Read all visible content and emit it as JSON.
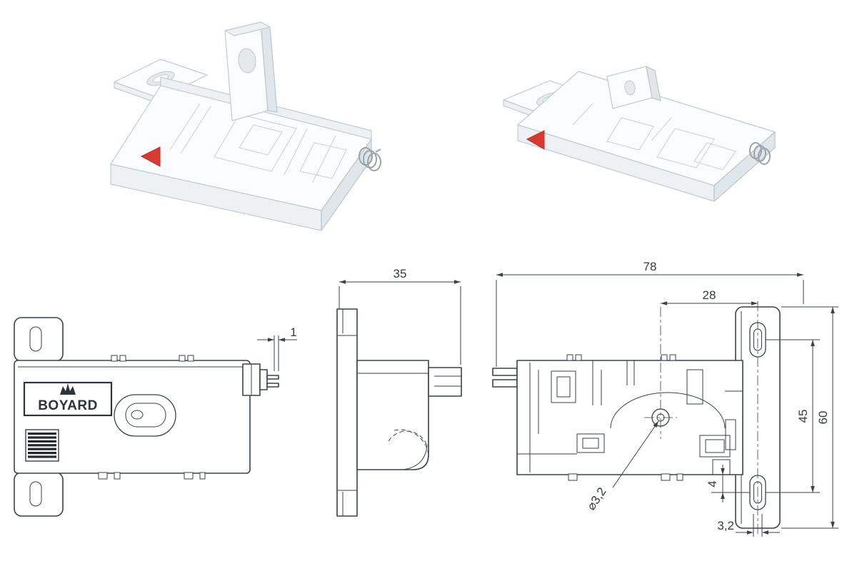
{
  "meta": {
    "background": "#ffffff",
    "drawing_line_color": "#3a424a",
    "accent_red": "#d93a30",
    "render_outline": "#c3ccd2",
    "render_fill": "#fbfcfd",
    "render_shade": "#e0e6ea"
  },
  "front_view": {
    "brand": "BOYARD",
    "dim_pin_width": "1"
  },
  "side_view": {
    "dim_depth": "35"
  },
  "rear_view": {
    "dim_overall_width": "78",
    "dim_hole_to_slot": "28",
    "dim_slot_span": "45",
    "dim_overall_height": "60",
    "dim_slot_offset": "4",
    "dim_slot_width": "3,2",
    "dim_hole_diameter": "⌀3,2"
  }
}
